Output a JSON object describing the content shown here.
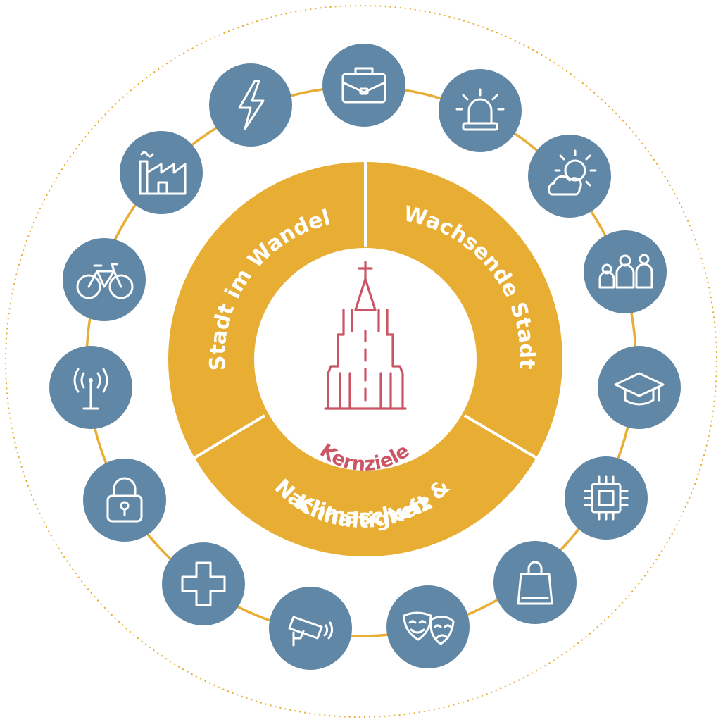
{
  "colors": {
    "ring": "#E8AE34",
    "icon_circle": "#6187A6",
    "icon_stroke": "#FFFFFF",
    "church": "#CB5564",
    "separator": "#FFFFFF",
    "outer_ring": "#E8AE34"
  },
  "center": {
    "label": "Kernziele",
    "icon": "church-icon"
  },
  "segments": [
    {
      "id": "stadt-im-wandel",
      "label": "Stadt im Wandel"
    },
    {
      "id": "wachsende-stadt",
      "label": "Wachsende Stadt"
    },
    {
      "id": "nachhaltigkeit",
      "line1": "Nachhaltigkeit &",
      "line2": "Klimaschutz"
    }
  ],
  "topics": [
    {
      "icon": "briefcase-icon"
    },
    {
      "icon": "alarm-light-icon"
    },
    {
      "icon": "weather-icon"
    },
    {
      "icon": "family-icon"
    },
    {
      "icon": "graduation-cap-icon"
    },
    {
      "icon": "microchip-icon"
    },
    {
      "icon": "shopping-bag-icon"
    },
    {
      "icon": "theater-masks-icon"
    },
    {
      "icon": "surveillance-camera-icon"
    },
    {
      "icon": "medical-cross-icon"
    },
    {
      "icon": "padlock-icon"
    },
    {
      "icon": "radio-antenna-icon"
    },
    {
      "icon": "bicycle-icon"
    },
    {
      "icon": "factory-icon"
    },
    {
      "icon": "lightning-icon"
    }
  ]
}
